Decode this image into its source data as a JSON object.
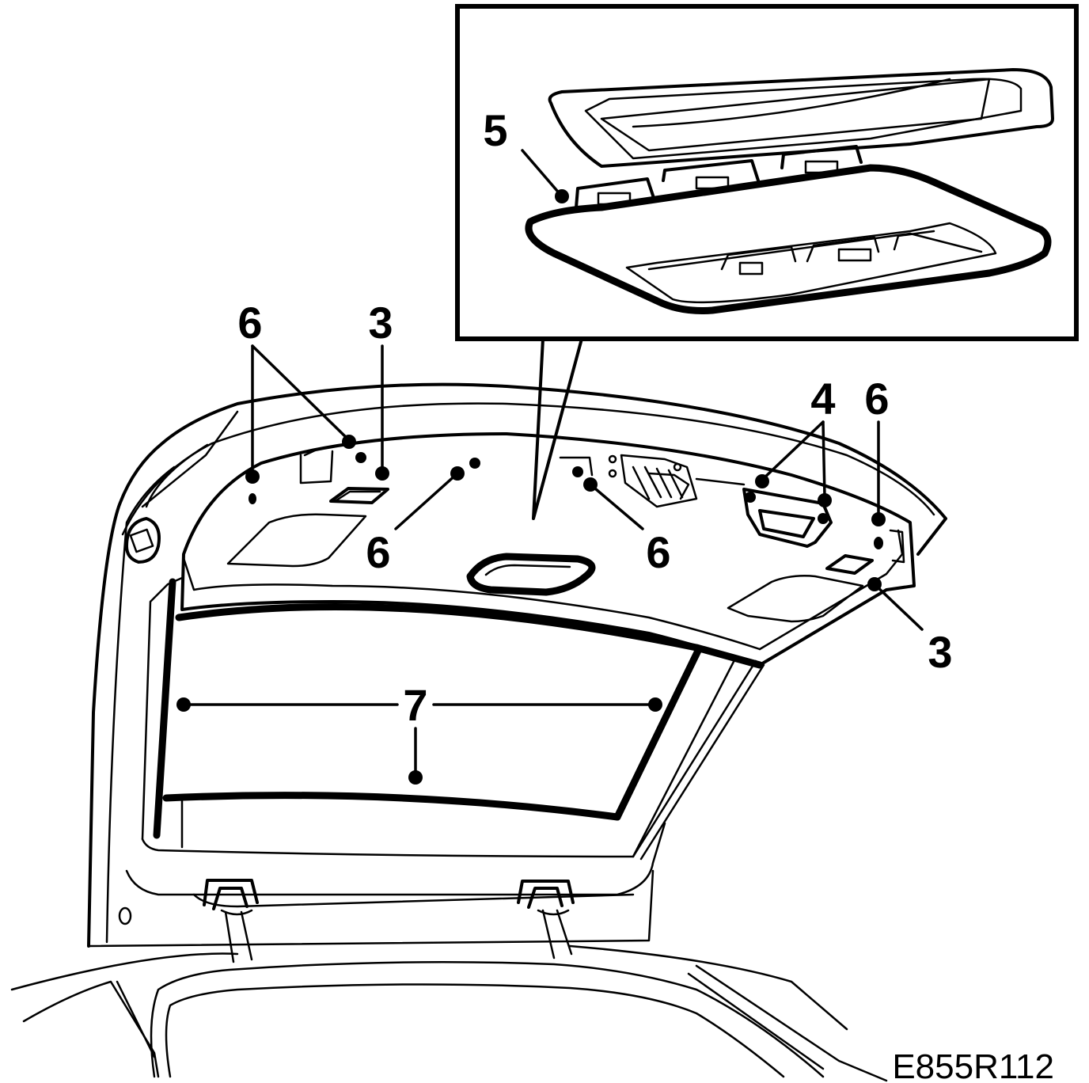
{
  "diagram_code": "E855R112",
  "callouts": [
    {
      "id": "5",
      "label": "5"
    },
    {
      "id": "6-upper-left",
      "label": "6"
    },
    {
      "id": "3-upper-left",
      "label": "3"
    },
    {
      "id": "6-center",
      "label": "6"
    },
    {
      "id": "6-center-right",
      "label": "6"
    },
    {
      "id": "4",
      "label": "4"
    },
    {
      "id": "6-right",
      "label": "6"
    },
    {
      "id": "3-right",
      "label": "3"
    },
    {
      "id": "7",
      "label": "7"
    }
  ]
}
